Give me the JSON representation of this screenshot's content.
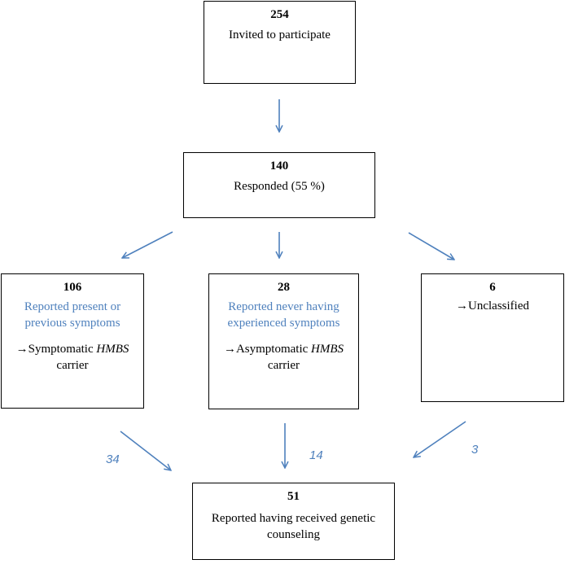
{
  "colors": {
    "accent": "#4f81bd",
    "border": "#000000"
  },
  "nodes": {
    "invited": {
      "number": "254",
      "label": "Invited to participate"
    },
    "responded": {
      "number": "140",
      "label": "Responded (55 %)"
    },
    "symptomatic": {
      "number": "106",
      "line1": "Reported present or",
      "line2": "previous symptoms",
      "class_prefix": "→Symptomatic ",
      "class_gene": "HMBS",
      "class_suffix": "carrier"
    },
    "asymptomatic": {
      "number": "28",
      "line1": "Reported never having",
      "line2": "experienced symptoms",
      "class_prefix": "→Asymptomatic ",
      "class_gene": "HMBS",
      "class_suffix": "carrier"
    },
    "unclassified": {
      "number": "6",
      "label": "→Unclassified"
    },
    "counseling": {
      "number": "51",
      "line1": "Reported having received genetic",
      "line2": "counseling"
    }
  },
  "edge_counts": {
    "from_symptomatic": "34",
    "from_asymptomatic": "14",
    "from_unclassified": "3"
  }
}
